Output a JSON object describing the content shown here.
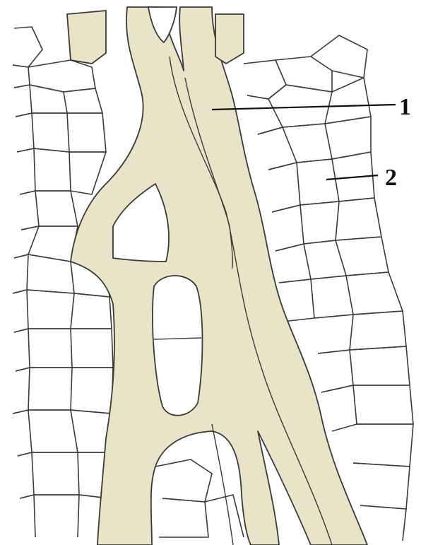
{
  "labels": [
    {
      "id": "1",
      "text": "1"
    },
    {
      "id": "2",
      "text": "2"
    }
  ],
  "colors": {
    "laticifer_fill": "#e9e4c8",
    "stroke": "#3a3a3a",
    "background": "#ffffff"
  }
}
